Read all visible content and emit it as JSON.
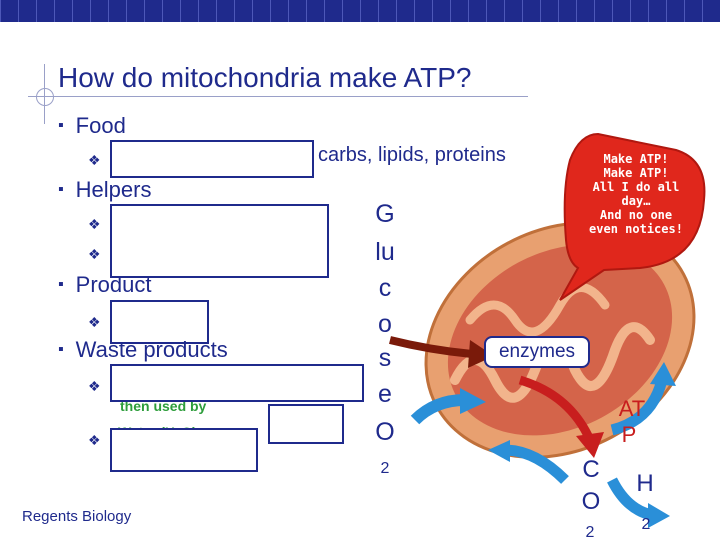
{
  "slide": {
    "title": "How do mitochondria make ATP?",
    "footer": "Regents Biology"
  },
  "bullets": {
    "food": "Food",
    "food_detail": "carbs, lipids, proteins",
    "helpers": "Helpers",
    "product": "Product",
    "waste": "Waste products",
    "waste_subtext": "then used by",
    "waste_partial": "Water (H₂O)"
  },
  "glucose_letters": [
    "G",
    "lu",
    "c",
    "o",
    "s",
    "e",
    "O",
    "2"
  ],
  "bubble": {
    "lines": [
      "Make ATP!",
      "Make ATP!",
      "All I do all",
      "day…",
      "And no one",
      "even notices!"
    ]
  },
  "diagram": {
    "enzymes": "enzymes",
    "atp_line1": "AT",
    "atp_line2": "P",
    "co2_c": "C",
    "co2_o": "O",
    "co2_sub": "2",
    "h2o_h": "H",
    "h2o_sub": "2"
  },
  "colors": {
    "text": "#1f2a8c",
    "mito_outer": "#e8a070",
    "mito_inner": "#d4644a",
    "bubble": "#e0271c",
    "red_arrow": "#c81e1e",
    "blue_arrow": "#2a8fd8",
    "dark_arrow": "#7a1a0a",
    "green_sub": "#2d9d3b"
  }
}
